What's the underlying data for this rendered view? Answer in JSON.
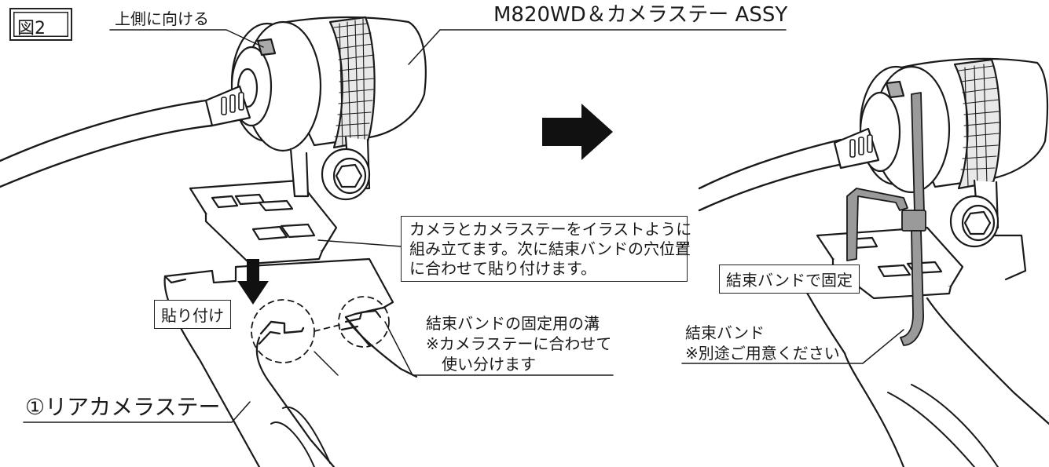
{
  "figure_label": "図2",
  "labels": {
    "face_up": "上側に向ける",
    "assy": "M820WD＆カメラステー ASSY",
    "attach": "貼り付け",
    "groove_title": "結束バンドの固定用の溝",
    "groove_note_1": "※カメラステーに合わせて",
    "groove_note_2": "使い分けます",
    "rear_stay": "①リアカメラステー",
    "fix_with_band": "結束バンドで固定",
    "band": "結束バンド",
    "band_note": "※別途ご用意ください"
  },
  "instruction": {
    "line1": "カメラとカメラステーをイラストように",
    "line2": "組み立てます。次に結束バンドの穴位置",
    "line3": "に合わせて貼り付けます。"
  }
}
